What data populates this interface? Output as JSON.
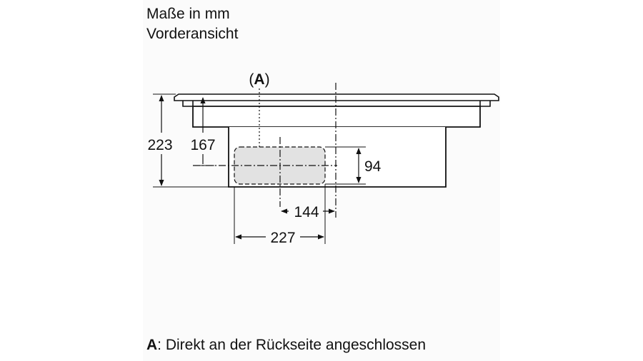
{
  "header": {
    "line1": "Maße in mm",
    "line2": "Vorderansicht"
  },
  "diagram": {
    "callout_letter": "A",
    "callout_open": "(",
    "callout_close": ")",
    "dim_total_height": "223",
    "dim_inner_height": "167",
    "dim_box_height": "94",
    "dim_offset_width": "144",
    "dim_box_width": "227"
  },
  "legend": {
    "key": "A",
    "text": ": Direkt an der Rückseite angeschlossen"
  },
  "colors": {
    "line": "#111111",
    "box_fill": "#e2e2e2",
    "panel": "#fbfbfb"
  }
}
